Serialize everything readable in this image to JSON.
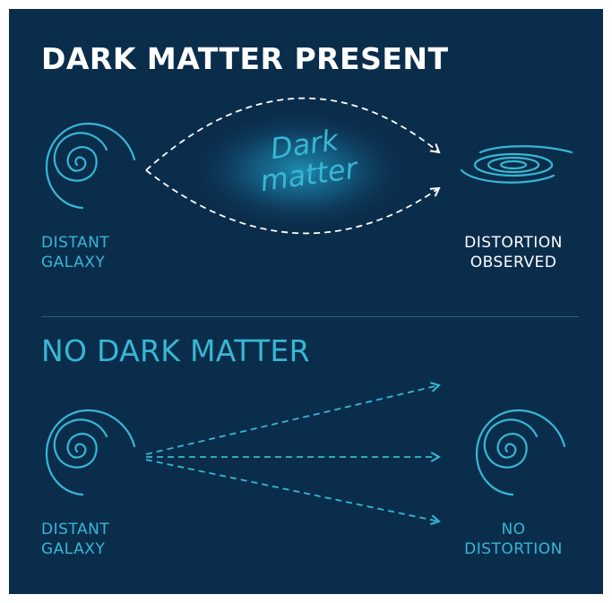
{
  "top": {
    "title": "DARK MATTER PRESENT",
    "left_label": [
      "DISTANT",
      "GALAXY"
    ],
    "right_label": [
      "DISTORTION",
      "OBSERVED"
    ],
    "dark_matter_label": [
      "Dark",
      "matter"
    ]
  },
  "bottom": {
    "title": "NO DARK MATTER",
    "left_label": [
      "DISTANT",
      "GALAXY"
    ],
    "right_label": [
      "NO",
      "DISTORTION"
    ]
  },
  "colors": {
    "background": "#0b2d4c",
    "accent": "#37b7d4",
    "text_light": "#ffffff"
  },
  "icons": [
    "spiral-galaxy-icon",
    "distorted-galaxy-icon",
    "arrow-icon"
  ]
}
